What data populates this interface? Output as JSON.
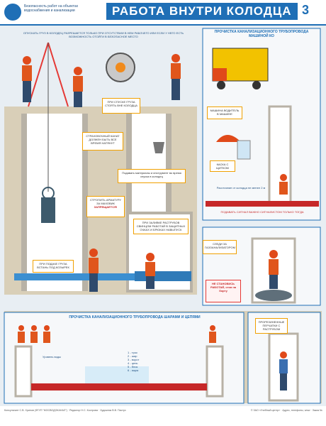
{
  "header": {
    "subtitle": "Безопасность работ на объектах водоснабжения и канализации",
    "title": "РАБОТА ВНУТРИ КОЛОДЦА",
    "number": "3"
  },
  "top_caption": "ОПУСКАТЬ ГРУЗ В КОЛОДЕЦ РАЗРЕШАЕТСЯ ТОЛЬКО ПРИ ОТСУТСТВИИ В НЕМ РАБОЧЕГО ИЛИ ЕСЛИ У НЕГО ЕСТЬ ВОЗМОЖНОСТЬ ОТОЙТИ В БЕЗОПАСНОЕ МЕСТО",
  "notes": {
    "stone": "ПРИ СПУСКЕ ГРУЗА СТОЯТЬ ВНЕ КОЛОДЦА",
    "rope": "СТРАХОВОЧНЫЙ КАНАТ ДОЛЖЕН БЫТЬ ВСЕ ВРЕМЯ НАТЯНУТ",
    "tools": "Подавать материалы и инструмент во время спуска в колодец",
    "forbidden_a": "СТРОПИТЬ АРМАТУРУ ЗА МАХОВИК",
    "forbidden_b": "ЗАПРЕЩАЕТСЯ!",
    "load": "ПРИ ПОДАЧЕ ГРУЗА ВСТАНЬ ПОД КОЗЫРЕК",
    "goggles": "ПРИ ЗАЛИВКЕ РАСТРУБОВ СВИНЦОМ РАБОТАЙ В ЗАЩИТНЫХ ОЧКАХ И БРЮКАХ НАВЫПУСК",
    "gas": "СЛЕДИ ЗА ГАЗОАНАЛИЗАТОРОМ",
    "stand_a": "НЕ СТАНОВИСЬ",
    "stand_b": "РАБОТАЙ, стоя на борту",
    "shield": "КАСКА С ЩИТКОМ",
    "gloves": "ПРОРЕЗИНЕННЫЕ ПЕРЧАТКИ С РАСТРУБОМ"
  },
  "panels": {
    "truck_title": "ПРОЧИСТКА КАНАЛИЗАЦИОННОГО ТРУБОПРОВОДА МАШИНОЙ КО",
    "truck_note": "МАШИНА ВОДИТЕЛЬ В МАШИНЕ",
    "distance": "Расстояние от колодца не менее 2 м",
    "truck_red": "ПОДАВАТЬ СИГНАЛ ВАЖНО СИГНАЛИСТОМ ТОЛЬКО ТОГДА",
    "balls_title": "ПРОЧИСТКА КАНАЛИЗАЦИОННОГО ТРУБОПРОВОДА ШАРАМИ И ЦЕПЯМИ",
    "water": "Уровень воды",
    "legend": [
      "1 - трос",
      "2 - шар",
      "3 - ворот",
      "4 - цепь",
      "5 - блок",
      "6 - ящик"
    ]
  },
  "footer": {
    "left": "Консультант С.В. Хрипов (ФГУП \"МОСВОДОКАНАЛ\") · Редактор Н.С. Кострова · Художник В.В. Пастух",
    "right": "© ЗАО «Учебный центр» · Адрес, телефоны, www · Заказ №"
  },
  "colors": {
    "header_blue": "#1f6fb6",
    "sky": "#e8eef3",
    "ground": "#d9cfb8",
    "worker_vest": "#e0561c",
    "hard_hat": "#e04a1a",
    "pipe_blue": "#3b8fd1",
    "note_border": "#f0a000",
    "warning_red": "#e53935"
  }
}
